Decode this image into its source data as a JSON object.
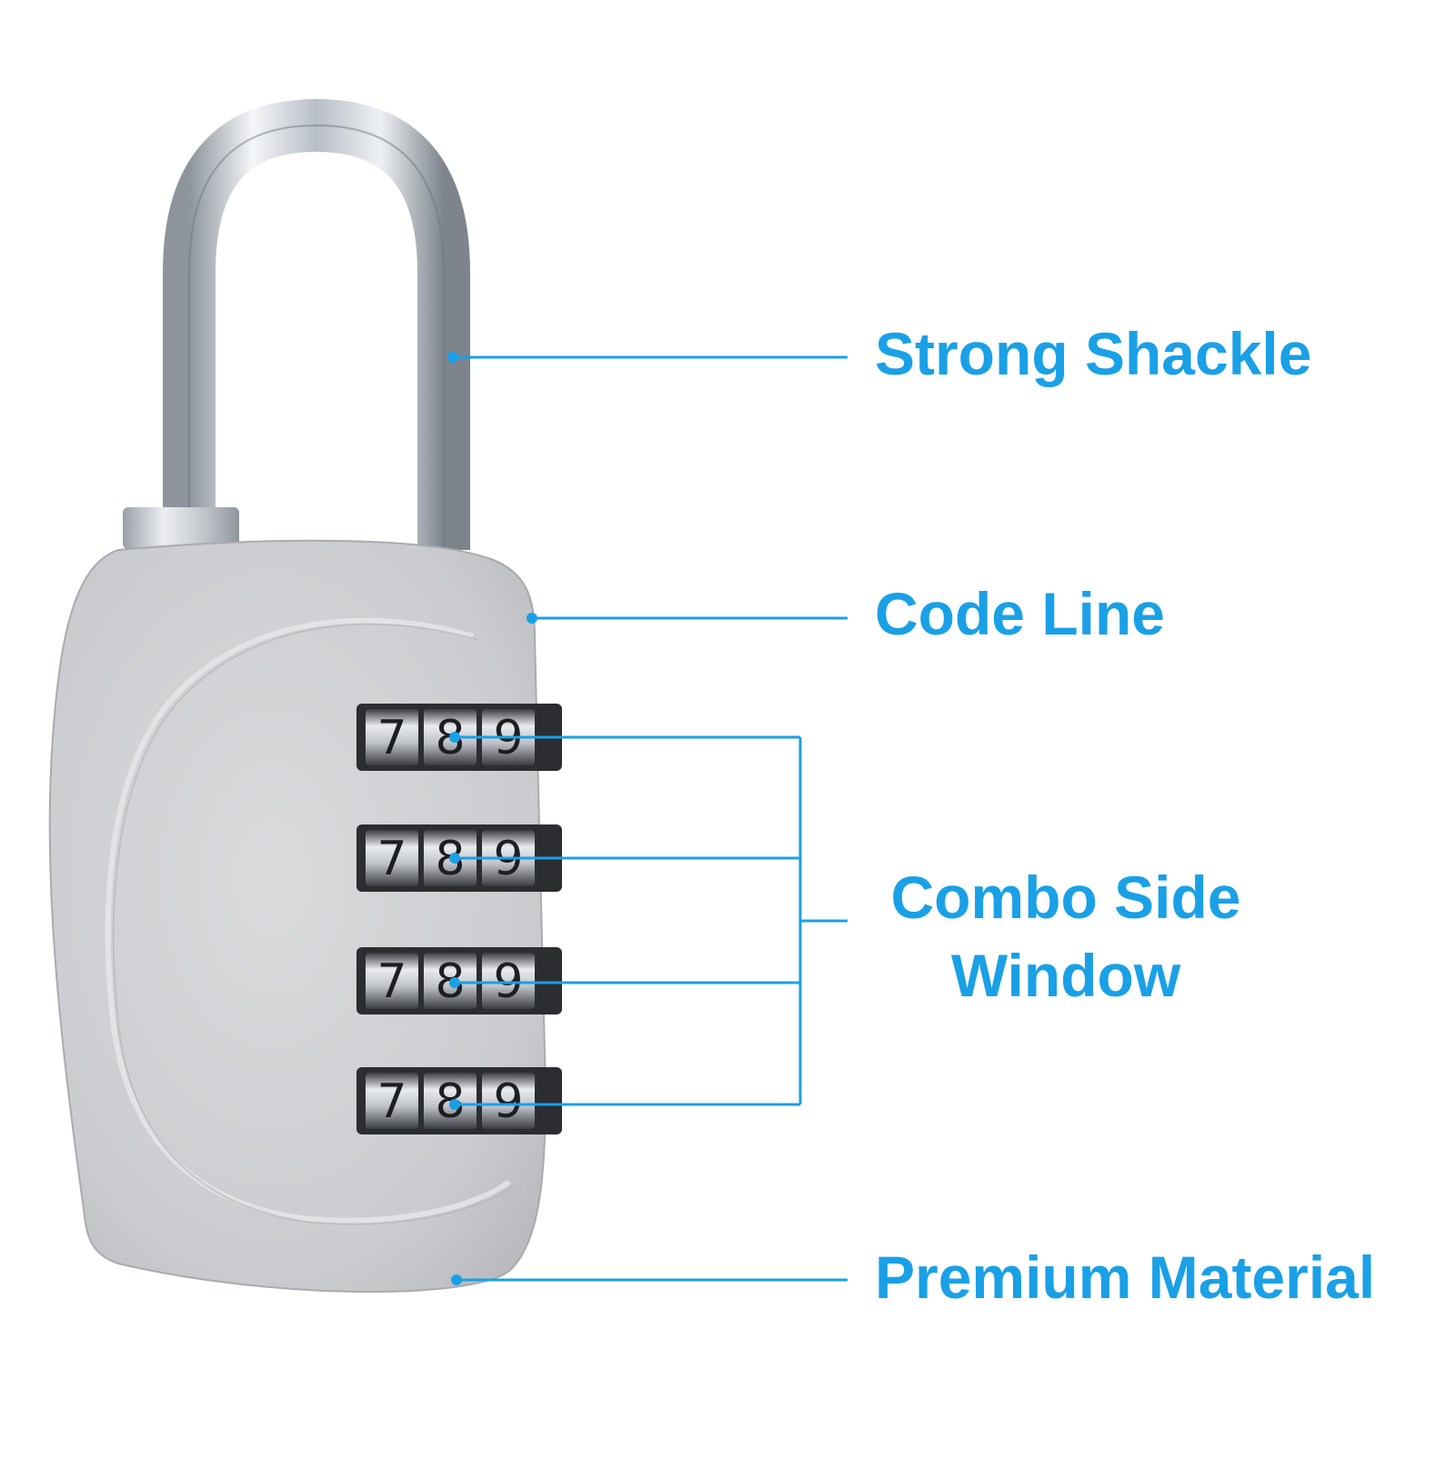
{
  "callouts": {
    "strong_shackle": "Strong Shackle",
    "code_line": "Code Line",
    "combo_side_window_line1": "Combo Side",
    "combo_side_window_line2": "Window",
    "premium_material": "Premium Material"
  },
  "dials": [
    {
      "digits": [
        "7",
        "8",
        "9"
      ]
    },
    {
      "digits": [
        "7",
        "8",
        "9"
      ]
    },
    {
      "digits": [
        "7",
        "8",
        "9"
      ]
    },
    {
      "digits": [
        "7",
        "8",
        "9"
      ]
    }
  ],
  "colors": {
    "callout": "#1aa0e6",
    "lock_body": "#cfd0d2",
    "shackle": "#c9cdd2",
    "background": "#ffffff"
  }
}
